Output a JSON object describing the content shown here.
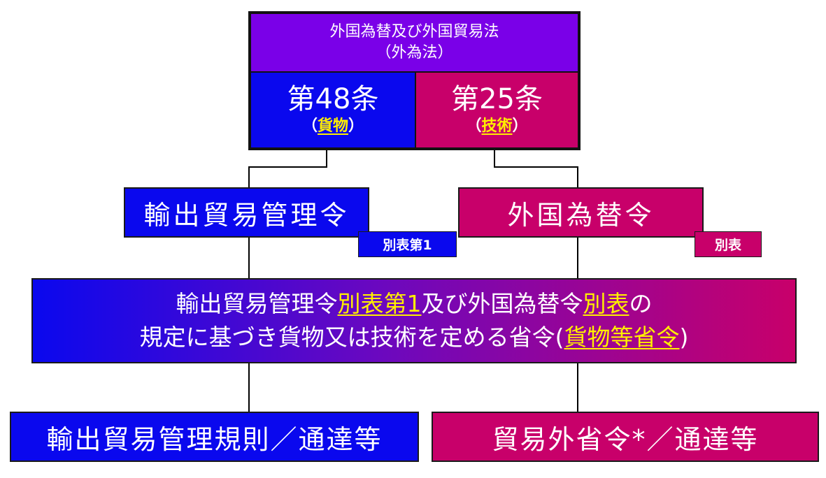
{
  "law": {
    "title_line1": "外国為替及び外国貿易法",
    "title_line2": "（外為法）",
    "article_goods": "第48条",
    "goods_paren_open": "（",
    "goods_label": "貨物",
    "goods_paren_close": "）",
    "article_tech": "第25条",
    "tech_paren_open": "（",
    "tech_label": "技術",
    "tech_paren_close": "）"
  },
  "orders": {
    "export_order": "輸出貿易管理令",
    "export_tag": "別表第1",
    "forex_order": "外国為替令",
    "forex_tag": "別表"
  },
  "ministerial": {
    "line1_a": "輸出貿易管理令",
    "line1_link1": "別表第1",
    "line1_b": "及び外国為替令",
    "line1_link2": "別表",
    "line1_c": "の",
    "line2_a": "規定に基づき貨物又は技術を定める省令(",
    "line2_link": "貨物等省令",
    "line2_c": ")"
  },
  "rules": {
    "export_rules": "輸出貿易管理規則／通達等",
    "trade_rules": "貿易外省令*／通達等"
  },
  "colors": {
    "blue": "#0a08ee",
    "red": "#c8006a",
    "purple": "#7a00e8",
    "link": "#ffee00"
  }
}
